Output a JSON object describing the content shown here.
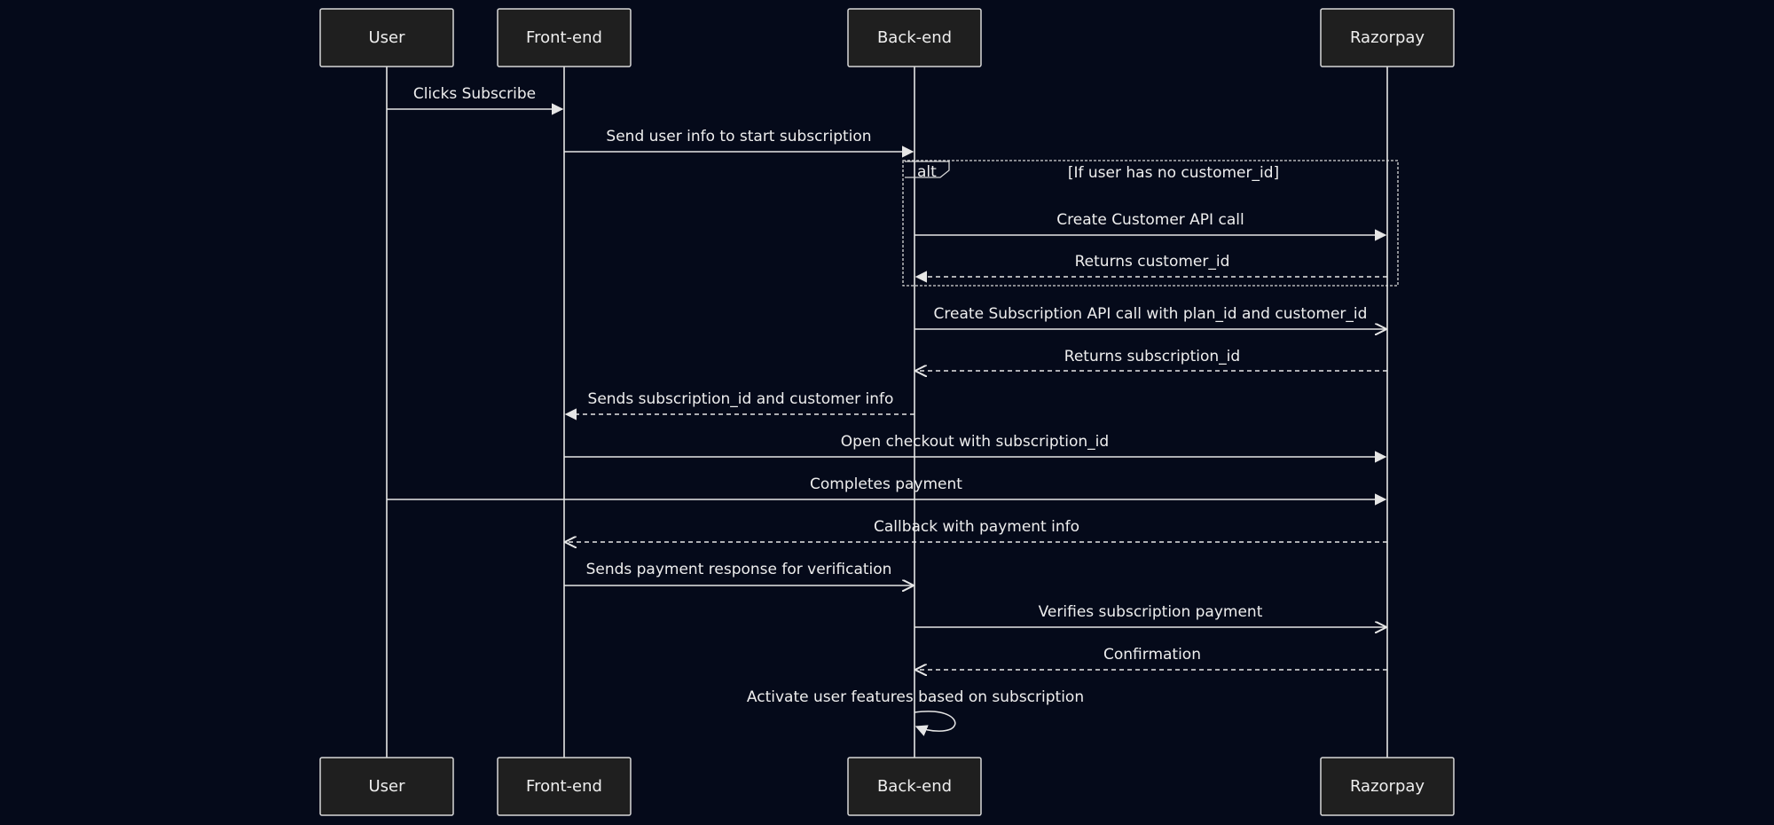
{
  "actors": [
    {
      "id": "user",
      "label": "User"
    },
    {
      "id": "frontend",
      "label": "Front-end"
    },
    {
      "id": "backend",
      "label": "Back-end"
    },
    {
      "id": "razorpay",
      "label": "Razorpay"
    }
  ],
  "alt_block": {
    "tag": "alt",
    "condition": "[If user has no customer_id]"
  },
  "messages": [
    {
      "from": "user",
      "to": "frontend",
      "label": "Clicks Subscribe",
      "dashed": false
    },
    {
      "from": "frontend",
      "to": "backend",
      "label": "Send user info to start subscription",
      "dashed": false
    },
    {
      "from": "backend",
      "to": "razorpay",
      "label": "Create Customer API call",
      "dashed": false
    },
    {
      "from": "razorpay",
      "to": "backend",
      "label": "Returns customer_id",
      "dashed": true
    },
    {
      "from": "backend",
      "to": "razorpay",
      "label": "Create Subscription API call with plan_id and customer_id",
      "dashed": false
    },
    {
      "from": "razorpay",
      "to": "backend",
      "label": "Returns subscription_id",
      "dashed": true
    },
    {
      "from": "backend",
      "to": "frontend",
      "label": "Sends subscription_id and customer info",
      "dashed": true
    },
    {
      "from": "frontend",
      "to": "razorpay",
      "label": "Open checkout with subscription_id",
      "dashed": false
    },
    {
      "from": "user",
      "to": "razorpay",
      "label": "Completes payment",
      "dashed": false
    },
    {
      "from": "razorpay",
      "to": "frontend",
      "label": "Callback with payment info",
      "dashed": true
    },
    {
      "from": "frontend",
      "to": "backend",
      "label": "Sends payment response for verification",
      "dashed": false
    },
    {
      "from": "backend",
      "to": "razorpay",
      "label": "Verifies subscription payment",
      "dashed": false
    },
    {
      "from": "razorpay",
      "to": "backend",
      "label": "Confirmation",
      "dashed": true
    },
    {
      "from": "backend",
      "to": "backend",
      "label": "Activate user features based on subscription",
      "dashed": false
    }
  ]
}
